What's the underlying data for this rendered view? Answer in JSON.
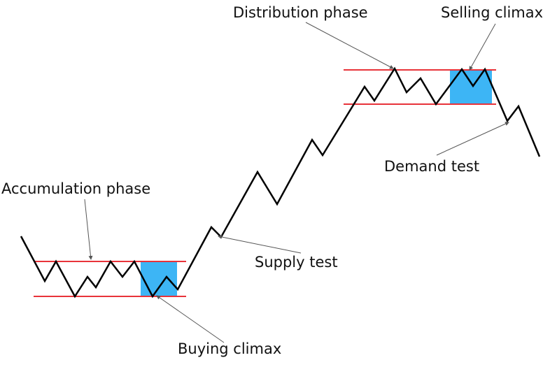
{
  "colors": {
    "price_line": "#000000",
    "range_line": "#e8333a",
    "climax_box": "#3db5f5",
    "pointer": "#555555"
  },
  "labels": {
    "accumulation_phase": "Accumulation phase",
    "buying_climax": "Buying climax",
    "supply_test": "Supply test",
    "distribution_phase": "Distribution phase",
    "selling_climax": "Selling climax",
    "demand_test": "Demand test"
  }
}
